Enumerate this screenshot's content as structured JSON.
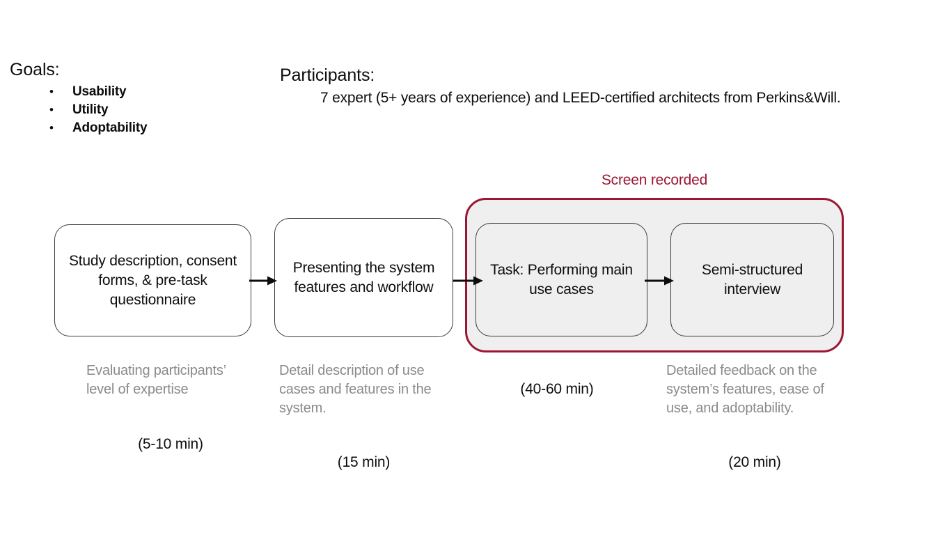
{
  "goals": {
    "title": "Goals:",
    "bullet_glyph": "•",
    "items": [
      {
        "label": "Usability"
      },
      {
        "label": "Utility"
      },
      {
        "label": "Adoptability"
      }
    ]
  },
  "participants": {
    "title": "Participants:",
    "detail": "7 expert (5+ years of experience) and LEED-certified architects from Perkins&Will."
  },
  "flow": {
    "screen_recorded_label": "Screen recorded",
    "screen_recorded_color": "#9c1633",
    "container_fill": "#efefef",
    "steps": [
      {
        "id": "study",
        "box_text": "Study description, consent forms, & pre-task questionnaire",
        "caption": "Evaluating participants’ level of expertise",
        "duration": "(5-10 min)"
      },
      {
        "id": "presenting",
        "box_text": "Presenting the system features and workflow",
        "caption": "Detail description of use cases and features in the system.",
        "duration": "(15 min)"
      },
      {
        "id": "task",
        "box_text": "Task: Performing main use cases",
        "caption": "",
        "duration": "(40-60 min)"
      },
      {
        "id": "interview",
        "box_text": "Semi-structured interview",
        "caption": "Detailed feedback on the system’s features, ease of use, and adoptability.",
        "duration": "(20 min)"
      }
    ]
  }
}
